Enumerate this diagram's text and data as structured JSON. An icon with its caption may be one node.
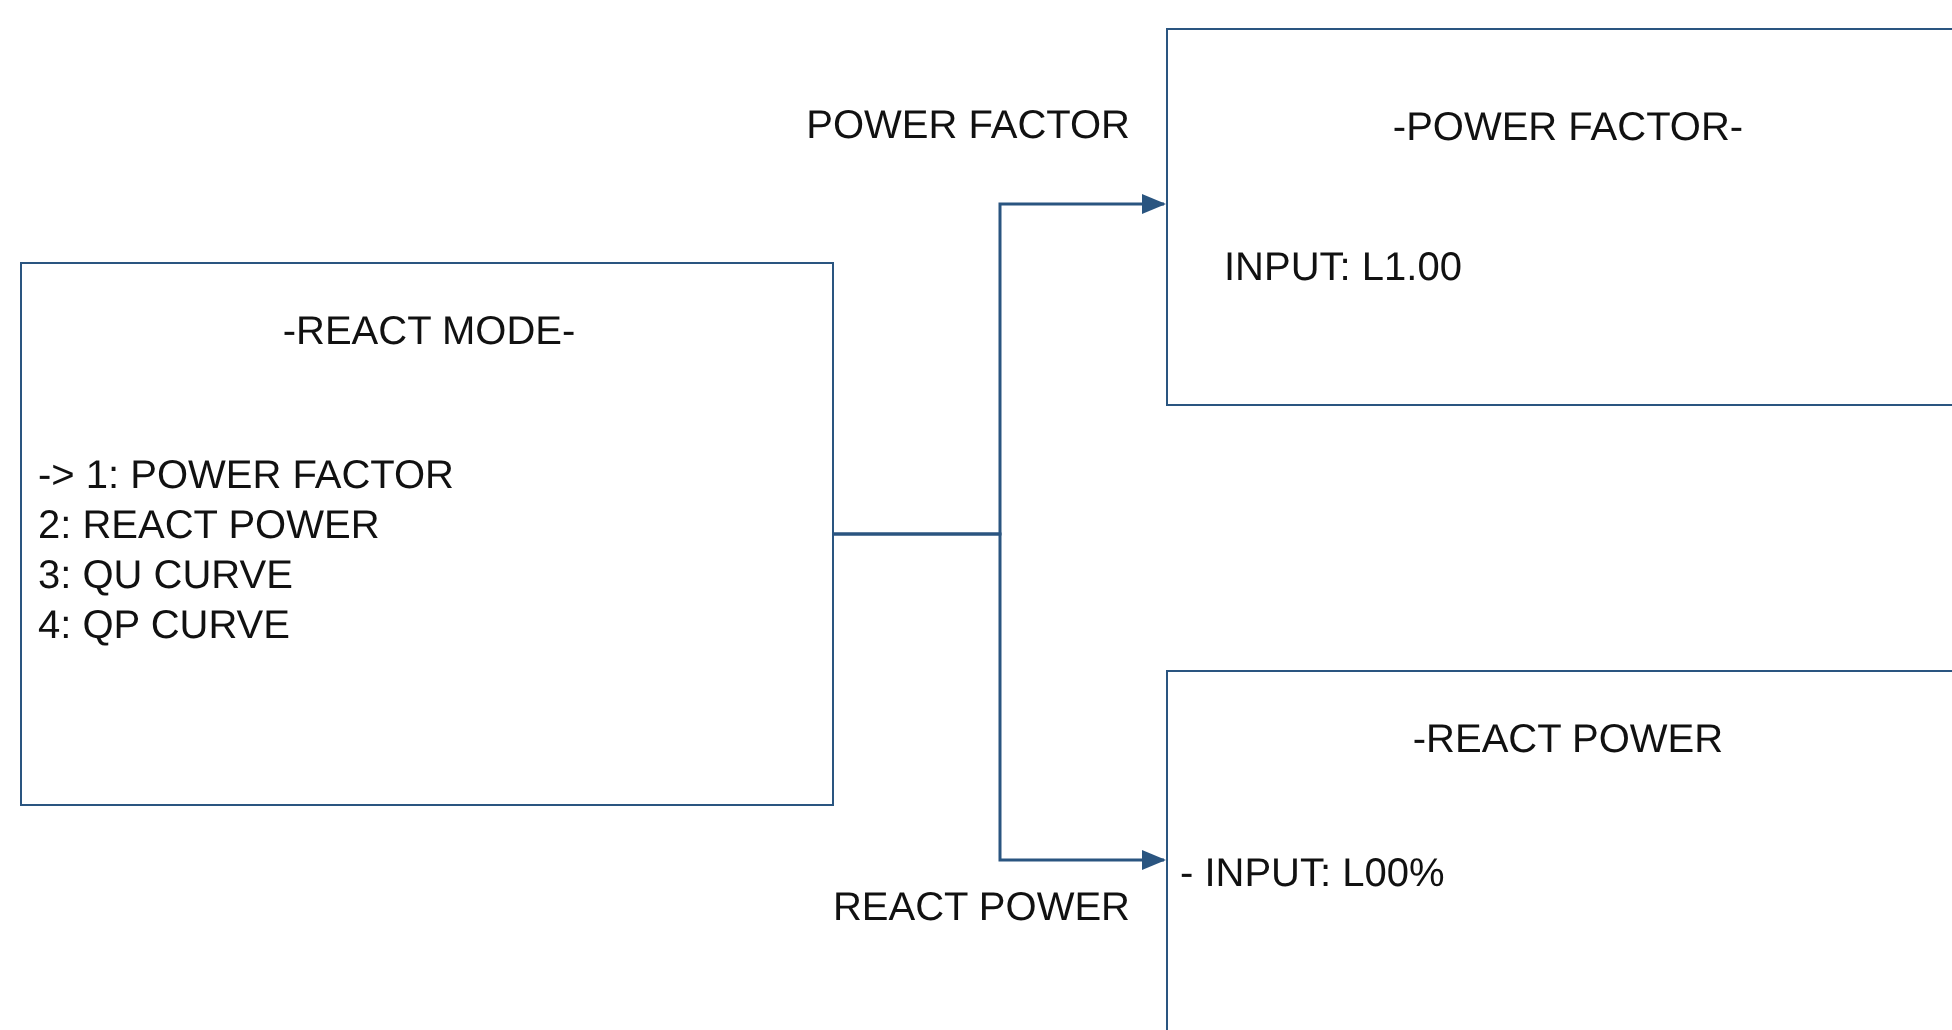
{
  "diagram": {
    "nodes": [
      {
        "text": [
          "-REACT MODE-",
          "-> 1: POWER FACTOR",
          "2: REACT POWER",
          "3: QU CURVE",
          "4: QP CURVE"
        ]
      },
      {
        "text": [
          "-POWER FACTOR-",
          "INPUT: L1.00"
        ]
      },
      {
        "text": [
          "-REACT POWER",
          "- INPUT: L00%"
        ]
      }
    ],
    "edges": [
      {
        "from": 0,
        "to": 1,
        "arrow": "to",
        "label": "POWER FACTOR"
      },
      {
        "from": 0,
        "to": 2,
        "arrow": "to",
        "label": "REACT POWER"
      }
    ]
  }
}
